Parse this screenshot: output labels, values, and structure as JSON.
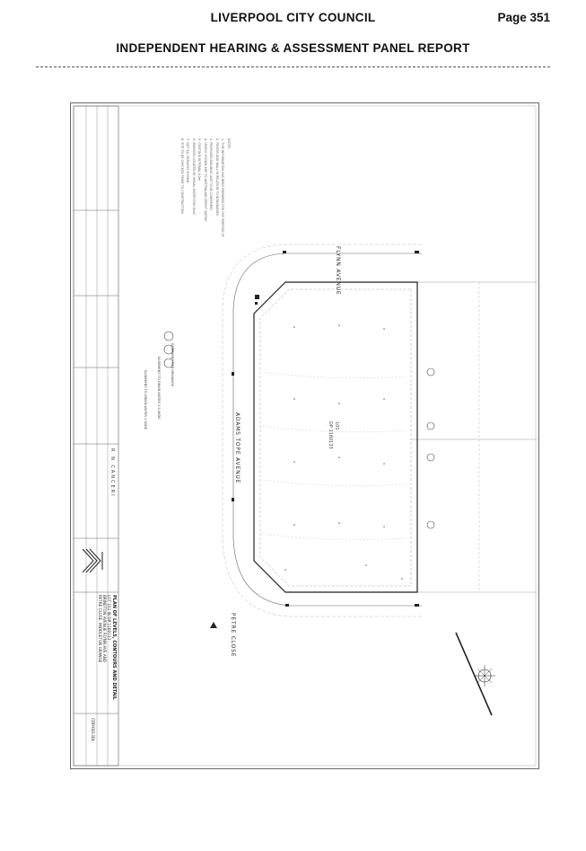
{
  "header": {
    "council": "LIVERPOOL CITY COUNCIL",
    "page": "Page 351",
    "report_title": "INDEPENDENT HEARING & ASSESSMENT PANEL REPORT"
  },
  "plan": {
    "streets": {
      "north": "FLYNN AVENUE",
      "middle": "ADAMS TOPE AVENUE",
      "south": "PETRE CLOSE"
    },
    "lot": {
      "lot_no": "101",
      "dp": "DP 1160133"
    },
    "notes": [
      "NOTES",
      "1. THIS INFORMATION HAS BEEN PREPARED FOR THE PURPOSE OF",
      "2. FENCES AND WALL IN RELATION TO BOUNDARIES",
      "3. PROPOSED BUILDING LINE TO BE CONFIRMED",
      "4. LEVELS SHOWN ARE TO AUSTRALIAN HEIGHT DATUM",
      "5. CONTOUR INTERVAL 0.2m",
      "6. SERVICES LOCATED BY VISUAL INSPECTION ONLY",
      "7. NOT ALL SERVICES SHOWN",
      "8. SITE TO BE CHECKED PRIOR TO CONSTRUCTION"
    ],
    "legend": [
      "EASEMENT FOR DRAINAGE",
      "EASEMENT TO DRAIN WATER 1.5 WIDE",
      "EASEMENT TO DRAIN WATER 1 WIDE"
    ],
    "title_block": {
      "company": "R N CANCERI",
      "sheet_title": "PLAN OF LEVELS, CONTOURS AND DETAIL",
      "location_1": "LOT 101 IN DP 1160133",
      "location_2": "BRINDTON AVENUE FLYNN AVE AND",
      "location_3": "PETRE CLOSE, MIDDLETON GRANGE",
      "drawing_no": "CDP/0013DL"
    }
  }
}
